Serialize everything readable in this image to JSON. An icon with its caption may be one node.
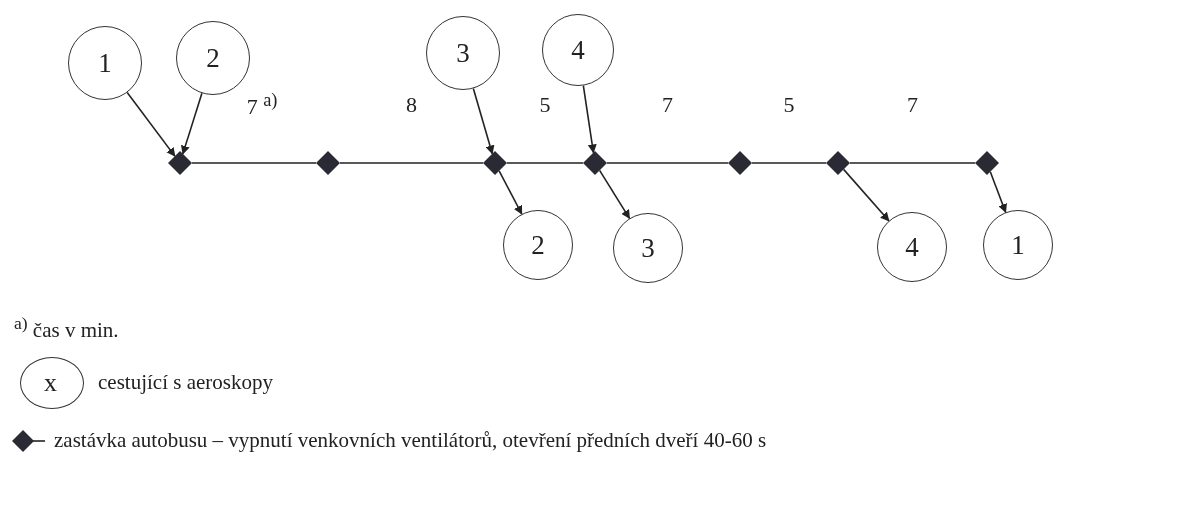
{
  "diagram": {
    "nodes": [
      {
        "text": [
          "1"
        ]
      },
      {
        "text": [
          "2"
        ]
      },
      {
        "text": [
          "3"
        ]
      },
      {
        "text": [
          "4"
        ]
      },
      {
        "text": [],
        "shape": "diamond"
      },
      {
        "text": [],
        "shape": "diamond"
      },
      {
        "text": [],
        "shape": "diamond"
      },
      {
        "text": [],
        "shape": "diamond"
      },
      {
        "text": [],
        "shape": "diamond"
      },
      {
        "text": [],
        "shape": "diamond"
      },
      {
        "text": [],
        "shape": "diamond"
      },
      {
        "text": [
          "2"
        ]
      },
      {
        "text": [
          "3"
        ]
      },
      {
        "text": [
          "4"
        ]
      },
      {
        "text": [
          "1"
        ]
      }
    ],
    "edges": [
      {
        "from": 0,
        "to": 4,
        "arrow": "to"
      },
      {
        "from": 1,
        "to": 4,
        "arrow": "to"
      },
      {
        "from": 2,
        "to": 6,
        "arrow": "to"
      },
      {
        "from": 3,
        "to": 7,
        "arrow": "to"
      },
      {
        "from": 4,
        "to": 5,
        "arrow": "none",
        "label": "7 $^{a)}$"
      },
      {
        "from": 5,
        "to": 6,
        "arrow": "none",
        "label": "8"
      },
      {
        "from": 6,
        "to": 7,
        "arrow": "none",
        "label": "5"
      },
      {
        "from": 7,
        "to": 8,
        "arrow": "none",
        "label": "7"
      },
      {
        "from": 8,
        "to": 9,
        "arrow": "none",
        "label": "5"
      },
      {
        "from": 9,
        "to": 10,
        "arrow": "none",
        "label": "7"
      },
      {
        "from": 6,
        "to": 11,
        "arrow": "to"
      },
      {
        "from": 7,
        "to": 12,
        "arrow": "to"
      },
      {
        "from": 9,
        "to": 13,
        "arrow": "to"
      },
      {
        "from": 10,
        "to": 14,
        "arrow": "to"
      }
    ],
    "labels": [
      "$^{a)}$ čas v min.",
      "x"
    ],
    "legend": [
      {
        "text": "cestující s aeroskopy"
      },
      {
        "text": "zastávka autobusu – vypnutí venkovních ventilátorů, otevření předních dveří 40-60 s"
      }
    ]
  }
}
